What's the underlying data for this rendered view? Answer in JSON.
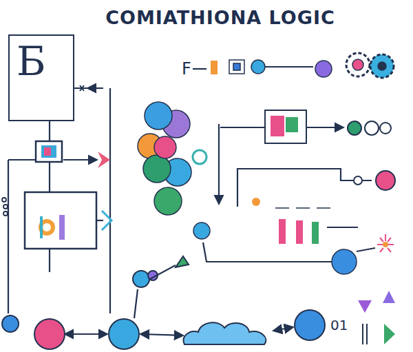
{
  "diagram": {
    "title": "COMIATHIONA LOGIC",
    "nodes": [
      {
        "text": [
          "Б"
        ]
      }
    ],
    "labels": [
      "F",
      "01"
    ]
  }
}
